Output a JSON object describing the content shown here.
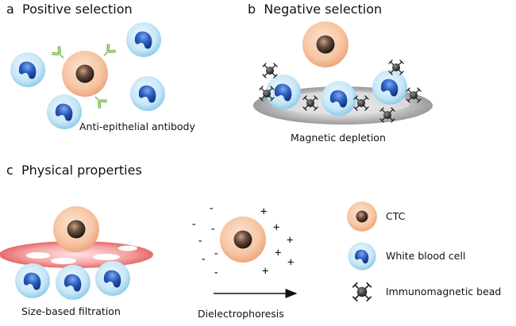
{
  "panels": [
    {
      "letter": "a",
      "title": "Positive selection"
    },
    {
      "letter": "b",
      "title": "Negative selection"
    },
    {
      "letter": "c",
      "title": "Physical properties"
    }
  ],
  "captions": {
    "antibody": "Anti-epithelial antibody",
    "magnetic": "Magnetic depletion",
    "filtration": "Size-based filtration",
    "dielectro": "Dielectrophoresis"
  },
  "legend": [
    {
      "label": "CTC",
      "icon": "ctc-cell-icon"
    },
    {
      "label": "White blood cell",
      "icon": "white-blood-cell-icon"
    },
    {
      "label": "Immunomagnetic bead",
      "icon": "immunomagnetic-bead-icon"
    }
  ],
  "charges": {
    "minus": "-",
    "plus": "+"
  },
  "colors": {
    "ctc_outer": "#f6c5a3",
    "ctc_nucleus": "#4a3a30",
    "wbc_outer": "#c6e6f6",
    "wbc_nucleus": "#1f4fa8",
    "antibody": "#7dbb55",
    "bead": "#3a3a3a",
    "filter": "#f08080",
    "magnet_plate": "#b9b9b9"
  }
}
